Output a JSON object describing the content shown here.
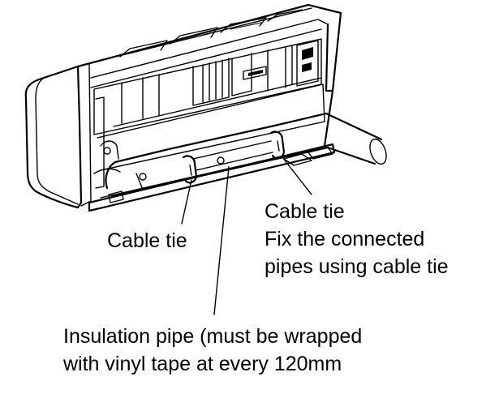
{
  "labels": {
    "cable_tie_left": "Cable tie",
    "cable_tie_right": "Cable tie",
    "fix_line_1": "Fix the connected",
    "fix_line_2": "pipes using cable tie",
    "insulation_line_1": "Insulation pipe (must be wrapped",
    "insulation_line_2": "with vinyl tape at every 120mm"
  }
}
